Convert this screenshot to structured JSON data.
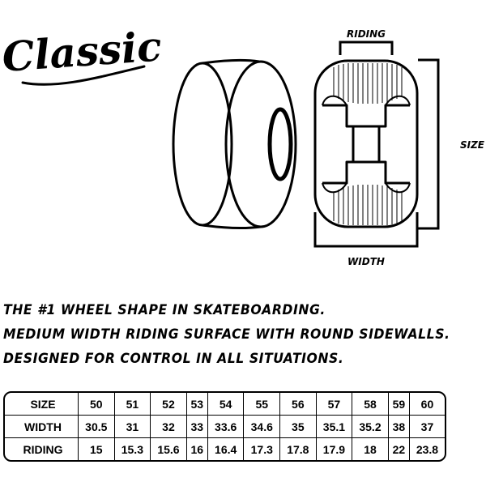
{
  "brand": {
    "logo_text": "Classic"
  },
  "diagram": {
    "label_riding": "RIDING",
    "label_size": "SIZE",
    "label_width": "WIDTH"
  },
  "description": {
    "lines": [
      "THE #1 WHEEL SHAPE IN SKATEBOARDING.",
      "MEDIUM WIDTH RIDING SURFACE WITH ROUND SIDEWALLS.",
      "DESIGNED FOR CONTROL IN ALL SITUATIONS."
    ]
  },
  "spec_table": {
    "rows": [
      {
        "label": "SIZE",
        "values": [
          "50",
          "51",
          "52",
          "53",
          "54",
          "55",
          "56",
          "57",
          "58",
          "59",
          "60"
        ]
      },
      {
        "label": "WIDTH",
        "values": [
          "30.5",
          "31",
          "32",
          "33",
          "33.6",
          "34.6",
          "35",
          "35.1",
          "35.2",
          "38",
          "37"
        ]
      },
      {
        "label": "RIDING",
        "values": [
          "15",
          "15.3",
          "15.6",
          "16",
          "16.4",
          "17.3",
          "17.8",
          "17.9",
          "18",
          "22",
          "23.8"
        ]
      }
    ]
  }
}
